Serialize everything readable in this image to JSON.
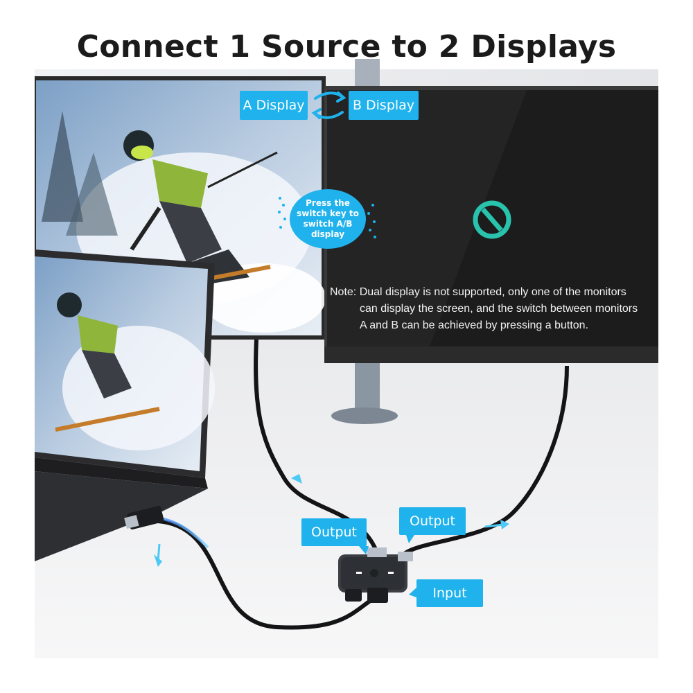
{
  "headline": "Connect 1 Source to 2 Displays",
  "display_tags": {
    "a": "A Display",
    "b": "B Display"
  },
  "switch_hint": "Press the switch key to switch A/B display",
  "note": {
    "line1": "Note: Dual display is not supported, only one of the monitors",
    "line2": "can display the screen, and the switch between monitors",
    "line3": "A and B can be achieved by pressing a button."
  },
  "callouts": {
    "output_left": "Output",
    "output_right": "Output",
    "input": "Input"
  },
  "colors": {
    "accent": "#1fb2ec",
    "title": "#1b1b1b",
    "monitor_off": "#1c1c1c",
    "no_signal": "#29c3ad"
  },
  "icons": [
    "swap-arrows-icon",
    "no-signal-icon",
    "flow-arrow-icon"
  ]
}
